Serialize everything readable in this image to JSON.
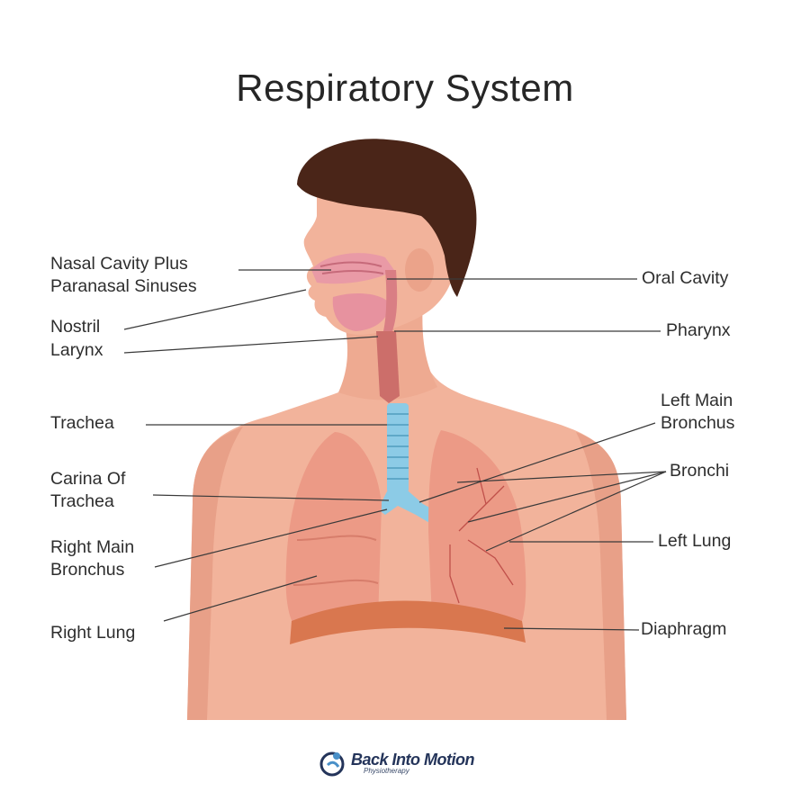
{
  "title": "Respiratory System",
  "labels": {
    "nasal_cavity": "Nasal Cavity Plus\nParanasal Sinuses",
    "nostril": "Nostril",
    "larynx": "Larynx",
    "trachea": "Trachea",
    "carina": "Carina Of\nTrachea",
    "right_main_bronchus": "Right Main\nBronchus",
    "right_lung": "Right Lung",
    "oral_cavity": "Oral Cavity",
    "pharynx": "Pharynx",
    "left_main_bronchus": "Left Main\nBronchus",
    "bronchi": "Bronchi",
    "left_lung": "Left Lung",
    "diaphragm": "Diaphragm"
  },
  "logo": {
    "name": "Back Into Motion",
    "tagline": "Physiotherapy"
  },
  "colors": {
    "skin": "#f2b39b",
    "skin_shadow": "#e59a80",
    "hair": "#4a2518",
    "lung": "#ec9a86",
    "lung_dark": "#d77d6b",
    "trachea": "#8ccbe6",
    "diaphragm": "#d9774f",
    "nasal": "#e99aa6",
    "leader_line": "#3a3a3a"
  }
}
